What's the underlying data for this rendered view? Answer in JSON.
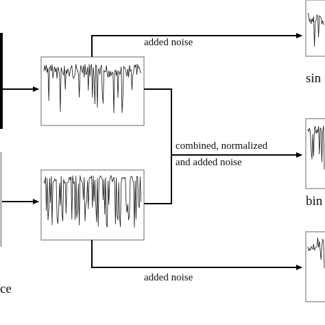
{
  "labels": {
    "top_arrow": "added noise",
    "middle_arrow_line1": "combined, normalized",
    "middle_arrow_line2": "and added noise",
    "bottom_arrow": "added noise",
    "output_top": "sin",
    "output_middle": "bin",
    "output_bottom": "ce"
  },
  "colors": {
    "line": "#000000",
    "box_border": "#9a9a9a",
    "signal": "#111111"
  }
}
